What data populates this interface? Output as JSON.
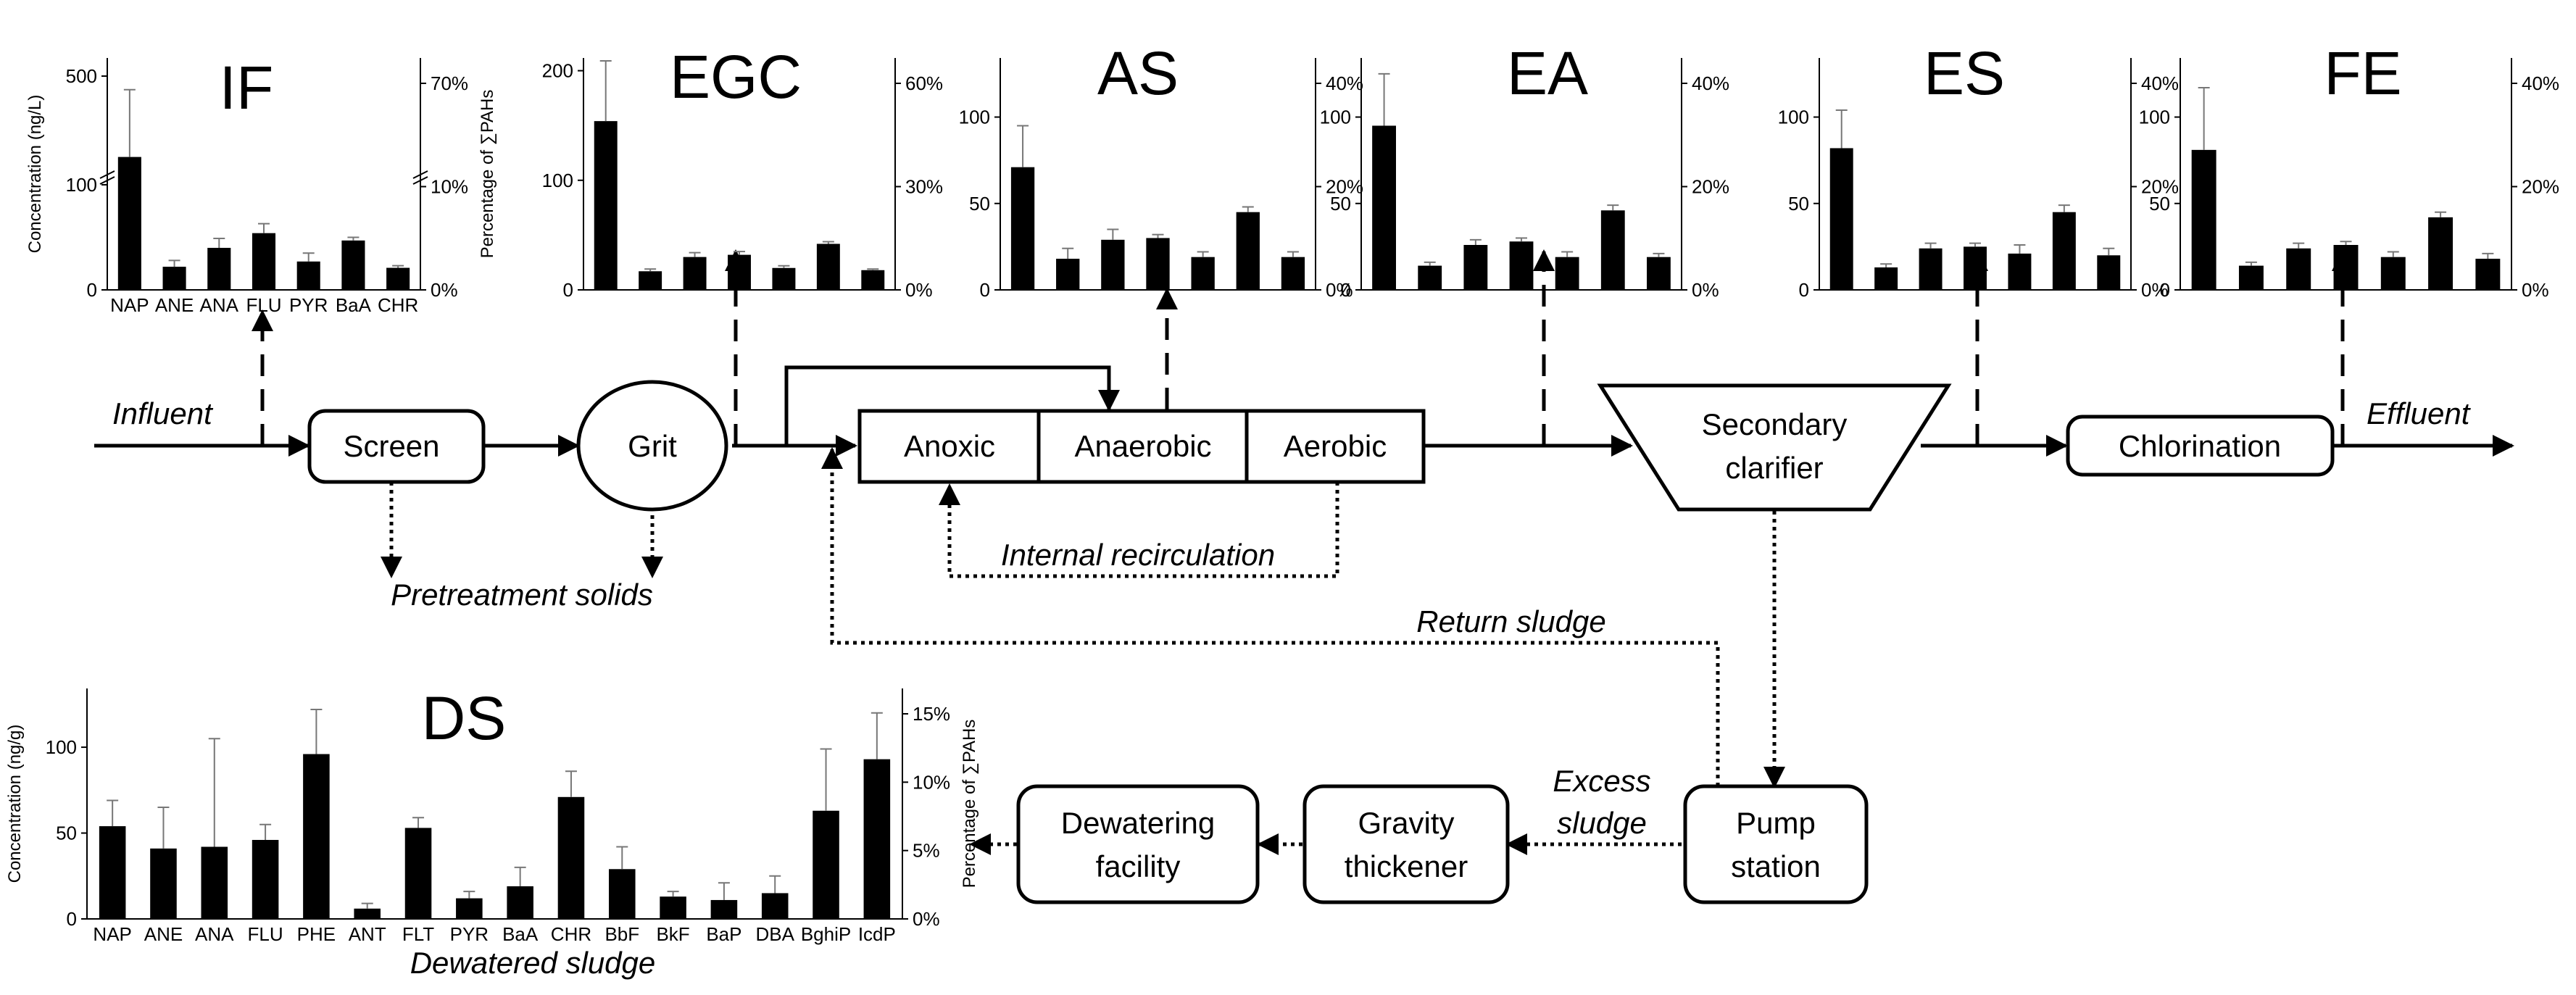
{
  "colors": {
    "bar": "#000000",
    "line": "#000000",
    "background": "#ffffff"
  },
  "flow": {
    "influent": "Influent",
    "effluent": "Effluent",
    "screen": "Screen",
    "grit": "Grit",
    "anoxic": "Anoxic",
    "anaerobic": "Anaerobic",
    "aerobic": "Aerobic",
    "secondary_clarifier": [
      "Secondary",
      "clarifier"
    ],
    "chlorination": "Chlorination",
    "pretreatment_solids": "Pretreatment solids",
    "internal_recirculation": "Internal recirculation",
    "return_sludge": "Return sludge",
    "pump_station": [
      "Pump",
      "station"
    ],
    "excess_sludge": [
      "Excess",
      "sludge"
    ],
    "gravity_thickener": [
      "Gravity",
      "thickener"
    ],
    "dewatering_facility": [
      "Dewatering",
      "facility"
    ],
    "dewatered_sludge": "Dewatered sludge"
  },
  "chart_data": [
    {
      "type": "bar",
      "title": "IF",
      "ylabel": "Concentration (ng/L)",
      "y2label": "Percentage of ∑PAHs",
      "categories": [
        "NAP",
        "ANE",
        "ANA",
        "FLU",
        "PYR",
        "BaA",
        "CHR"
      ],
      "values": [
        220,
        22,
        40,
        54,
        27,
        47,
        21
      ],
      "errors": [
        290,
        6,
        9,
        9,
        8,
        3,
        2
      ],
      "y_axis_break": true,
      "yticks": [
        "0",
        "100",
        "500"
      ],
      "y2ticks": [
        "0%",
        "10%",
        "70%"
      ]
    },
    {
      "type": "bar",
      "title": "EGC",
      "ylabel": "",
      "y2label": "",
      "categories": [
        "",
        "",
        "",
        "",
        "",
        "",
        ""
      ],
      "values": [
        154,
        17,
        30,
        32,
        20,
        42,
        18
      ],
      "errors": [
        55,
        2,
        4,
        3,
        2,
        2,
        1
      ],
      "ylim": [
        0,
        205
      ],
      "yticks": [
        0,
        100,
        200
      ],
      "y2ticks": [
        "0%",
        "30%",
        "60%"
      ]
    },
    {
      "type": "bar",
      "title": "AS",
      "ylabel": "",
      "y2label": "",
      "categories": [
        "",
        "",
        "",
        "",
        "",
        "",
        ""
      ],
      "values": [
        71,
        18,
        29,
        30,
        19,
        45,
        19
      ],
      "errors": [
        24,
        6,
        6,
        2,
        3,
        3,
        3
      ],
      "ylim": [
        0,
        130
      ],
      "yticks": [
        0,
        50,
        100
      ],
      "y2ticks": [
        "0%",
        "20%",
        "40%"
      ]
    },
    {
      "type": "bar",
      "title": "EA",
      "ylabel": "",
      "y2label": "",
      "categories": [
        "",
        "",
        "",
        "",
        "",
        "",
        ""
      ],
      "values": [
        95,
        14,
        26,
        28,
        19,
        46,
        19
      ],
      "errors": [
        30,
        2,
        3,
        2,
        3,
        3,
        2
      ],
      "ylim": [
        0,
        130
      ],
      "yticks": [
        0,
        50,
        100
      ],
      "y2ticks": [
        "0%",
        "20%",
        "40%"
      ]
    },
    {
      "type": "bar",
      "title": "ES",
      "ylabel": "",
      "y2label": "",
      "categories": [
        "",
        "",
        "",
        "",
        "",
        "",
        ""
      ],
      "values": [
        82,
        13,
        24,
        25,
        21,
        45,
        20
      ],
      "errors": [
        22,
        2,
        3,
        2,
        5,
        4,
        4
      ],
      "ylim": [
        0,
        130
      ],
      "yticks": [
        0,
        50,
        100
      ],
      "y2ticks": [
        "0%",
        "20%",
        "40%"
      ]
    },
    {
      "type": "bar",
      "title": "FE",
      "ylabel": "",
      "y2label": "",
      "categories": [
        "",
        "",
        "",
        "",
        "",
        "",
        ""
      ],
      "values": [
        81,
        14,
        24,
        26,
        19,
        42,
        18
      ],
      "errors": [
        36,
        2,
        3,
        2,
        3,
        3,
        3
      ],
      "ylim": [
        0,
        130
      ],
      "yticks": [
        0,
        50,
        100
      ],
      "y2ticks": [
        "0%",
        "20%",
        "40%"
      ]
    },
    {
      "type": "bar",
      "title": "DS",
      "ylabel": "Concentration (ng/g)",
      "y2label": "Percentage of ∑PAHs",
      "categories": [
        "NAP",
        "ANE",
        "ANA",
        "FLU",
        "PHE",
        "ANT",
        "FLT",
        "PYR",
        "BaA",
        "CHR",
        "BbF",
        "BkF",
        "BaP",
        "DBA",
        "BghiP",
        "IcdP"
      ],
      "values": [
        54,
        41,
        42,
        46,
        96,
        6,
        53,
        12,
        19,
        71,
        29,
        13,
        11,
        15,
        63,
        93
      ],
      "errors": [
        15,
        24,
        63,
        9,
        26,
        3,
        6,
        4,
        11,
        15,
        13,
        3,
        10,
        10,
        36,
        27
      ],
      "ylim": [
        0,
        130
      ],
      "yticks": [
        0,
        50,
        100
      ],
      "y2ticks": [
        "0%",
        "5%",
        "10%",
        "15%"
      ]
    }
  ]
}
